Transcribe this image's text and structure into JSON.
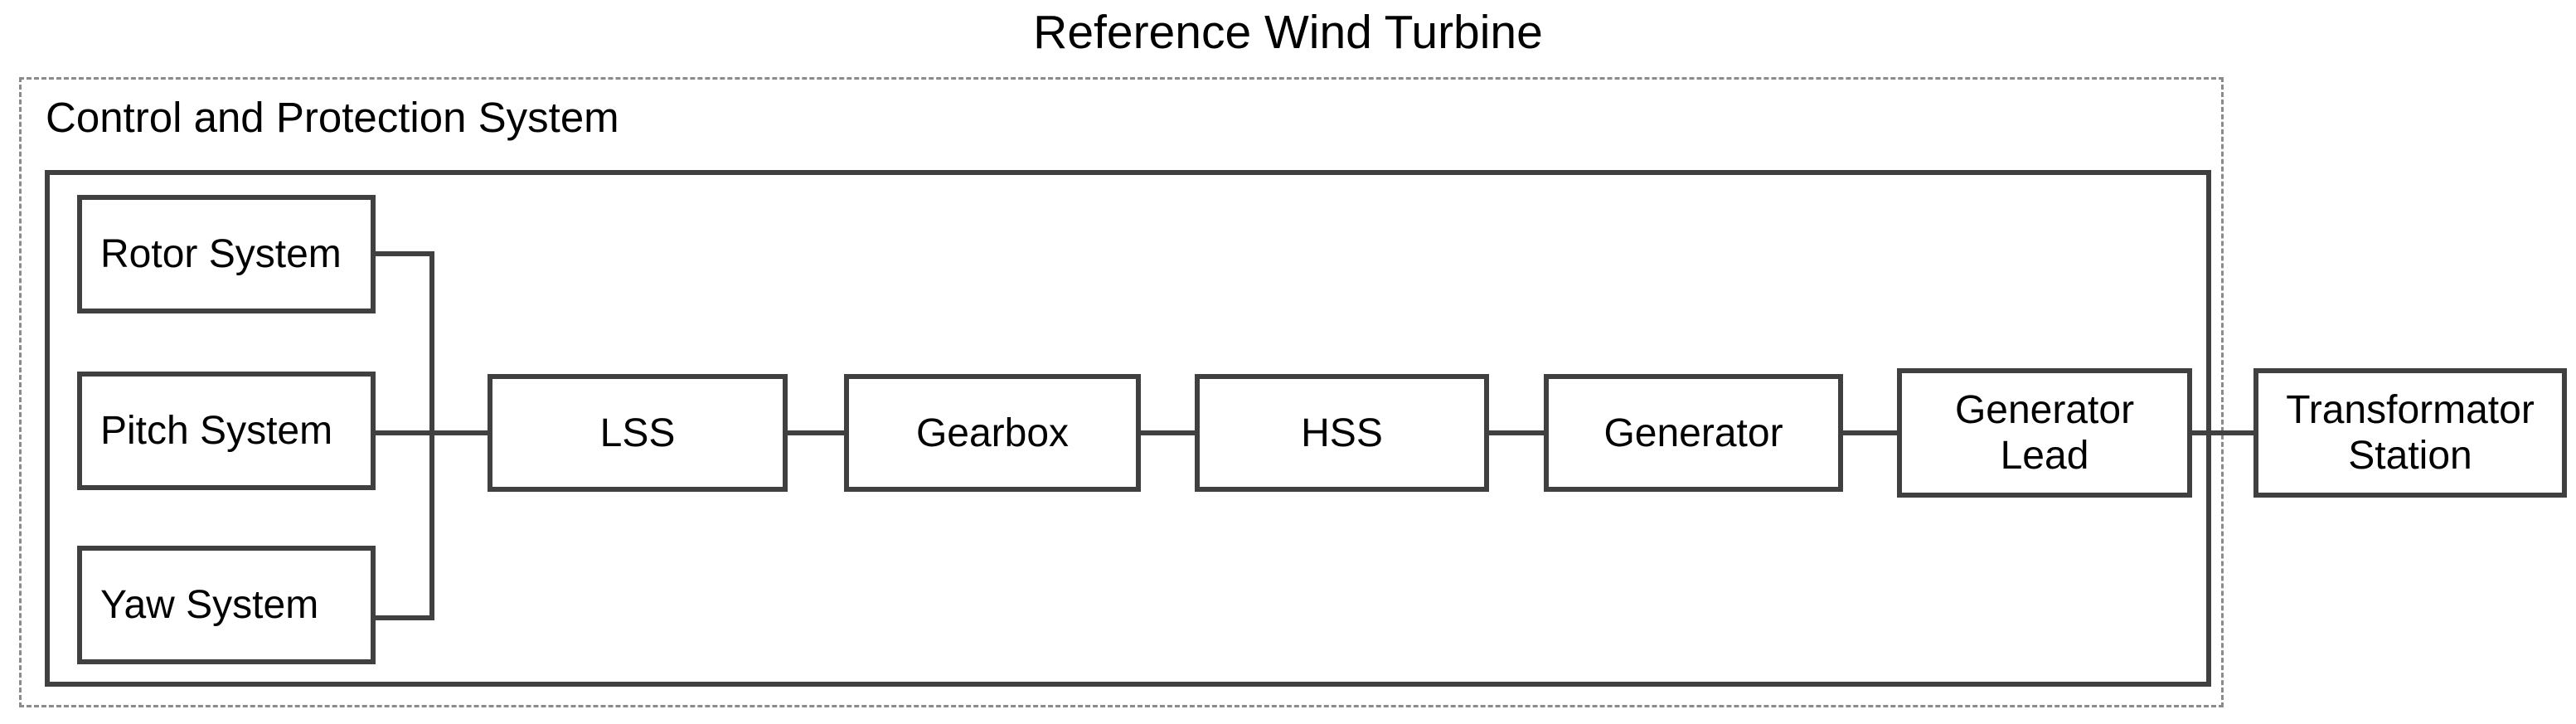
{
  "title": "Reference Wind Turbine",
  "outer_container": {
    "label": "Control and Protection System",
    "border_style": "dashed",
    "border_color": "#8b8b8b"
  },
  "inner_container": {
    "border_style": "solid",
    "border_color": "#404040"
  },
  "colors": {
    "box_border": "#404040",
    "dashed_border": "#8b8b8b",
    "text": "#000000",
    "background": "#ffffff"
  },
  "control_nodes": [
    {
      "id": "rotor",
      "label": "Rotor System"
    },
    {
      "id": "pitch",
      "label": "Pitch System"
    },
    {
      "id": "yaw",
      "label": "Yaw System"
    }
  ],
  "drivetrain_nodes": [
    {
      "id": "lss",
      "label": "LSS"
    },
    {
      "id": "gearbox",
      "label": "Gearbox"
    },
    {
      "id": "hss",
      "label": "HSS"
    },
    {
      "id": "generator",
      "label": "Generator"
    },
    {
      "id": "genlead",
      "label": "Generator\nLead"
    }
  ],
  "external_nodes": [
    {
      "id": "transformator",
      "label": "Transformator\nStation"
    }
  ],
  "connections": [
    {
      "from": "rotor",
      "to": "bus"
    },
    {
      "from": "yaw",
      "to": "bus"
    },
    {
      "from": "pitch",
      "to": "lss"
    },
    {
      "from": "lss",
      "to": "gearbox"
    },
    {
      "from": "gearbox",
      "to": "hss"
    },
    {
      "from": "hss",
      "to": "generator"
    },
    {
      "from": "generator",
      "to": "genlead"
    },
    {
      "from": "genlead",
      "to": "transformator"
    }
  ]
}
